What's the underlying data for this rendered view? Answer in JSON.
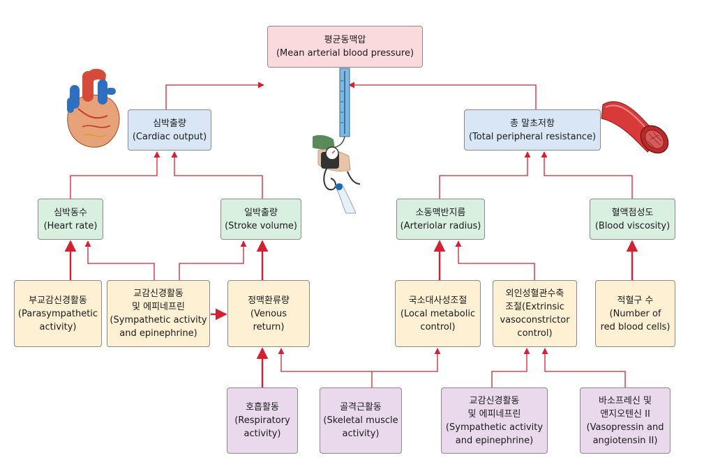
{
  "nodes": {
    "map": {
      "ko": "평균동맥압",
      "en": "(Mean arterial blood pressure)"
    },
    "co": {
      "ko": "심박출량",
      "en": "(Cardiac output)"
    },
    "tpr": {
      "ko": "총 말초저항",
      "en": "(Total peripheral resistance)"
    },
    "hr": {
      "ko": "심박동수",
      "en": "(Heart rate)"
    },
    "sv": {
      "ko": "일박출량",
      "en": "(Stroke volume)"
    },
    "radius": {
      "ko": "소동맥반지름",
      "en": "(Arteriolar radius)"
    },
    "viscosity": {
      "ko": "혈액점성도",
      "en": "(Blood viscosity)"
    },
    "parasym": {
      "l1": "부교감신경활동",
      "l2": "(Parasympathetic",
      "l3": "activity)"
    },
    "sym1": {
      "l1": "교감신경활동",
      "l2": "및 에피네프린",
      "l3": "(Sympathetic activity",
      "l4": "and epinephrine)"
    },
    "venous": {
      "l1": "정맥환류량",
      "l2": "(Venous",
      "l3": "return)"
    },
    "local": {
      "l1": "국소대사성조절",
      "l2": "(Local metabolic",
      "l3": "control)"
    },
    "extrinsic": {
      "l1": "외인성혈관수축",
      "l2": "조절(Extrinsic",
      "l3": "vasoconstrictor",
      "l4": "control)"
    },
    "rbc": {
      "l1": "적혈구 수",
      "l2": "(Number of",
      "l3": "red blood cells)"
    },
    "resp": {
      "l1": "호흡활동",
      "l2": "(Respiratory",
      "l3": "activity)"
    },
    "skeletal": {
      "l1": "골격근활동",
      "l2": "(Skeletal muscle",
      "l3": "activity)"
    },
    "sym2": {
      "l1": "교감신경활동",
      "l2": "및 에피네프린",
      "l3": "(Sympathetic activity",
      "l4": "and epinephrine)"
    },
    "vaso": {
      "l1": "바소프레신 및",
      "l2": "앤지오텐신 II",
      "l3": "(Vasopressin and",
      "l4": "angiotensin II)"
    }
  },
  "colors": {
    "arrow": "#d42030",
    "pink": "#fadadd",
    "blue": "#d9e6f6",
    "green": "#d9efe0",
    "yellow": "#fdf0d3",
    "purple": "#ead9ec"
  },
  "illustrations": [
    "heart-illustration",
    "sphygmomanometer-illustration",
    "blood-vessel-illustration"
  ]
}
